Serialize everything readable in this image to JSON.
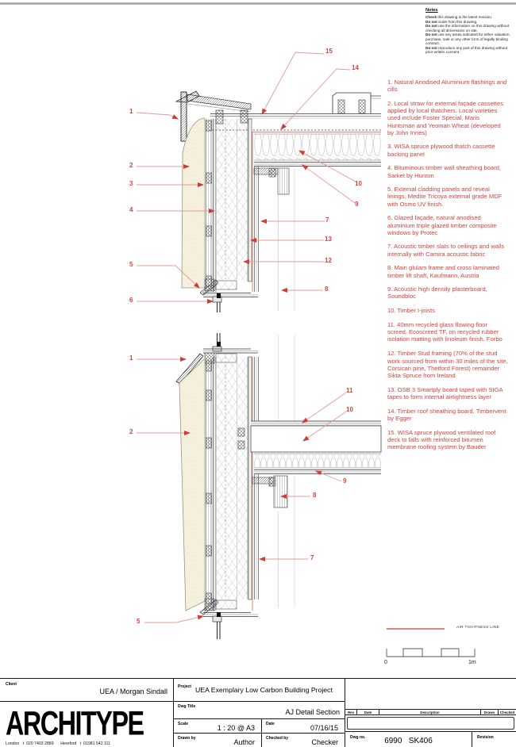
{
  "sheet": {
    "notes": {
      "title": "Notes",
      "items": [
        {
          "b": "Check",
          "t": " this drawing is the latest revision."
        },
        {
          "b": "Do not",
          "t": " scale from this drawing."
        },
        {
          "b": "Do not",
          "t": " use the information on this drawing without checking all dimensions on site."
        },
        {
          "b": "Do not",
          "t": " use any areas indicated for either valuation, purchase, sale or any other form of legally binding contract."
        },
        {
          "b": "Do not",
          "t": " reproduce any part of this drawing without prior written consent."
        }
      ]
    },
    "annotations": [
      "1. Natural Anodised Aluminium flashings and cills",
      "2. Local straw for external façade cassettes applied by local thatchers. Local varieties used include Foster Special, Maris Huntsman and Yeoman Wheat (developed by John Innes)",
      "3. WISA spruce plywood thatch cassette backing panel",
      "4. Bituminous timber wall sheathing board, Sarket by Hunton",
      "5. External cladding panels and reveal linings, Medite Tricoya external grade MDF with Osmo UV finish.",
      "6. Glazed façade, natural anodised aluminium triple glazed timber composite windows by Protec",
      "7. Acoustic timber slats to ceilings and walls internally with Camira acoustic fabric",
      "8. Main glulam frame and cross laminated timber lift shaft, Kaufmann, Austria",
      "9. Acoustic high density plasterboard, Soundbloc",
      "10. Timber I-joists",
      "11. 40mm recycled glass flowing floor screed, Ecoscreed TF, on recycled rubber isolation matting with linoleum finish, Forbo",
      "12. Timber Stud framing (70% of the stud work sourced from within 30 miles of the site, Corsican pine, Thetford Forest) remainder Sikta Spruce from Ireland",
      "13. OSB 3 Smartply board taped with SIGA tapes to form internal airtightness layer",
      "14. Timber roof sheathing board, Timbervent by Egger",
      "15. WISA spruce plywood ventilated roof deck to falls with reinforced bitumen membrane roofing system by Bauder"
    ],
    "callouts": {
      "upper": [
        "15",
        "14",
        "1",
        "2",
        "3",
        "4",
        "5",
        "6",
        "10",
        "9",
        "7",
        "13",
        "12",
        "8"
      ],
      "lower": [
        "1",
        "2",
        "11",
        "10",
        "9",
        "8",
        "7",
        "5"
      ]
    },
    "legend": {
      "air_tightness": "AIR TIGHTNESS LINE"
    },
    "scalebar": {
      "start": "0",
      "end": "1m"
    },
    "titleblock": {
      "client_label": "Client",
      "client": "UEA / Morgan Sindall",
      "logo": "ARCHITYPE",
      "contact": "London   t  020 7403 2889      Hereford   t  01981 542 111",
      "project_label": "Project",
      "project": "UEA Exemplary Low Carbon Building Project",
      "dwg_title_label": "Dwg Title",
      "dwg_title": "AJ Detail Section",
      "scale_label": "Scale",
      "scale": "1 : 20  @ A3",
      "date_label": "Date",
      "date": "07/16/15",
      "drawn_label": "Drawn by",
      "drawn": "Author",
      "checked_label": "Checked by",
      "checked": "Checker",
      "dwg_no_label": "Dwg no.",
      "dwg_no": "6990   SK406",
      "revision_label": "Revision",
      "rev_cols": [
        "Rev",
        "Date",
        "Description",
        "Drawn",
        "Checked"
      ]
    },
    "colors": {
      "annotation_red": "#d5423c",
      "leader_red": "#e59b93",
      "thatch_cream": "#f5f1de"
    }
  }
}
